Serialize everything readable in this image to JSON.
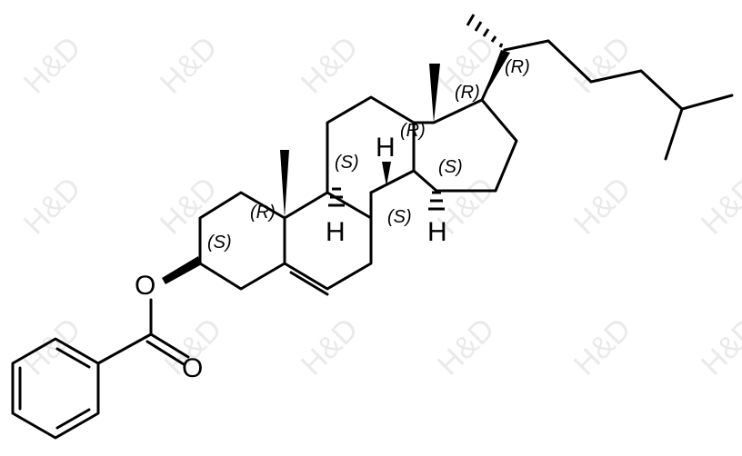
{
  "watermark": "H&D",
  "atoms": {
    "oxygen_ester": "O",
    "oxygen_carbonyl": "O",
    "h_c8": "H",
    "h_c9": "H",
    "h_c14": "H"
  },
  "stereo_labels": {
    "c3": "(S)",
    "c10": "(R)",
    "c9": "(S)",
    "c8": "(S)",
    "c13": "(R)",
    "c14": "(S)",
    "c17": "(R)",
    "c20": "(R)"
  }
}
